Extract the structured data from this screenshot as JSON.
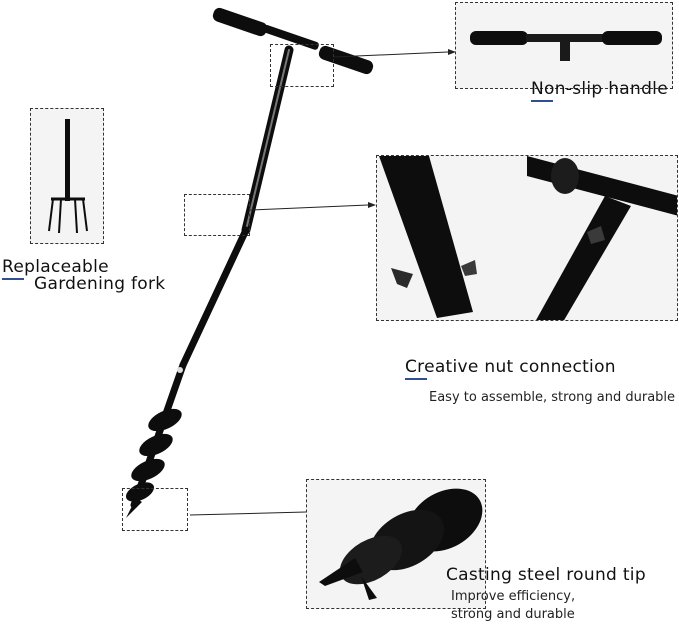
{
  "colors": {
    "tool": "#0d0d0d",
    "accent_underline": "#2f4f8f",
    "photo_background": "#f4f4f4",
    "page_background": "#ffffff"
  },
  "callouts": {
    "handle": {
      "title": "Non-slip handle"
    },
    "fork": {
      "title_line1": "Replaceable",
      "title_line2": "Gardening fork"
    },
    "nut": {
      "title": "Creative nut connection",
      "subtitle": "Easy to assemble, strong and durable"
    },
    "tip": {
      "title": "Casting steel round tip",
      "subtitle_line1": "Improve efficiency,",
      "subtitle_line2": "strong and durable"
    }
  }
}
